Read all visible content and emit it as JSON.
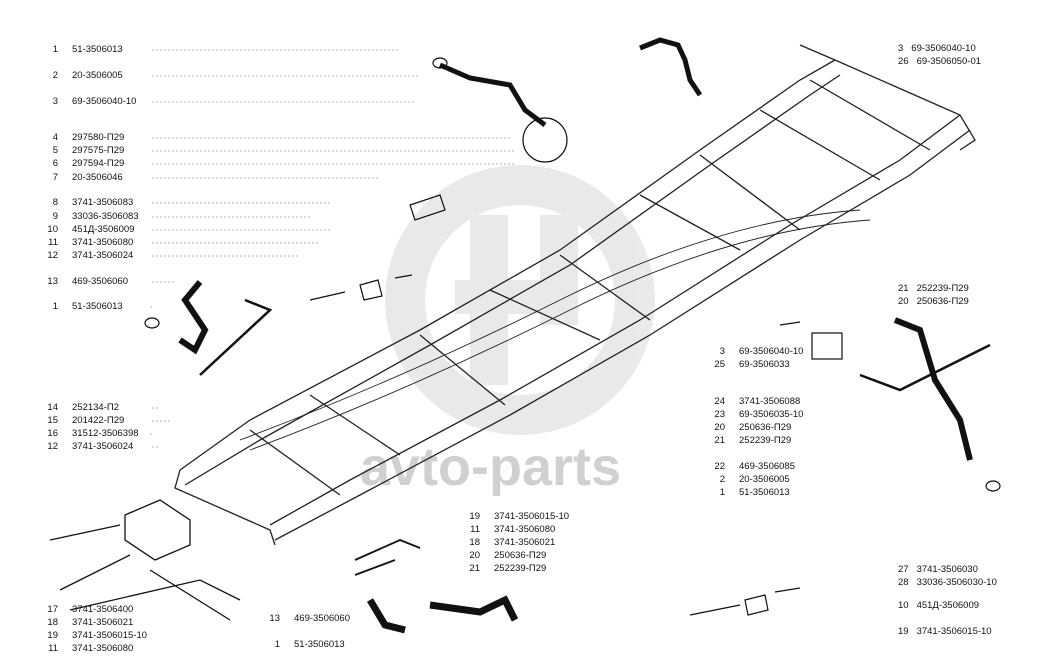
{
  "watermark": {
    "text": "avto-parts",
    "color": "#cccccc"
  },
  "colors": {
    "line": "#222222",
    "leader": "#666666",
    "watermark": "#d0d0d0"
  },
  "callouts": {
    "left_top": [
      {
        "num": "1",
        "code": "51-3506013"
      },
      {
        "num": "2",
        "code": "20-3506005"
      },
      {
        "num": "3",
        "code": "69-3506040-10"
      },
      {
        "num": "4",
        "code": "297580-П29"
      },
      {
        "num": "5",
        "code": "297575-П29"
      },
      {
        "num": "6",
        "code": "297594-П29"
      },
      {
        "num": "7",
        "code": "20-3506046"
      },
      {
        "num": "8",
        "code": "3741-3506083"
      },
      {
        "num": "9",
        "code": "33036-3506083"
      },
      {
        "num": "10",
        "code": "451Д-3506009"
      },
      {
        "num": "11",
        "code": "3741-3506080"
      },
      {
        "num": "12",
        "code": "3741-3506024"
      },
      {
        "num": "13",
        "code": "469-3506060"
      },
      {
        "num": "1",
        "code": "51-3506013"
      }
    ],
    "left_mid": [
      {
        "num": "14",
        "code": "252134-П2"
      },
      {
        "num": "15",
        "code": "201422-П29"
      },
      {
        "num": "16",
        "code": "31512-3506398"
      },
      {
        "num": "12",
        "code": "3741-3506024"
      }
    ],
    "left_bottom": [
      {
        "num": "17",
        "code": "3741-3506400"
      },
      {
        "num": "18",
        "code": "3741-3506021"
      },
      {
        "num": "19",
        "code": "3741-3506015-10"
      },
      {
        "num": "11",
        "code": "3741-3506080"
      }
    ],
    "center_bottom": [
      {
        "num": "19",
        "code": "3741-3506015-10"
      },
      {
        "num": "11",
        "code": "3741-3506080"
      },
      {
        "num": "18",
        "code": "3741-3506021"
      },
      {
        "num": "20",
        "code": "250636-П29"
      },
      {
        "num": "21",
        "code": "252239-П29"
      }
    ],
    "center_bottom2": [
      {
        "num": "13",
        "code": "469-3506060"
      },
      {
        "num": "1",
        "code": "51-3506013"
      }
    ],
    "right_top": [
      {
        "num": "3",
        "code": "69-3506040-10"
      },
      {
        "num": "26",
        "code": "69-3506050-01"
      }
    ],
    "right_mid1": [
      {
        "num": "21",
        "code": "252239-П29"
      },
      {
        "num": "20",
        "code": "250636-П29"
      }
    ],
    "right_mid2": [
      {
        "num": "3",
        "code": "69-3506040-10"
      },
      {
        "num": "25",
        "code": "69-3506033"
      }
    ],
    "right_mid3": [
      {
        "num": "24",
        "code": "3741-3506088"
      },
      {
        "num": "23",
        "code": "69-3506035-10"
      },
      {
        "num": "20",
        "code": "250636-П29"
      },
      {
        "num": "21",
        "code": "252239-П29"
      }
    ],
    "right_mid4": [
      {
        "num": "22",
        "code": "469-3506085"
      },
      {
        "num": "2",
        "code": "20-3506005"
      },
      {
        "num": "1",
        "code": "51-3506013"
      }
    ],
    "right_bottom": [
      {
        "num": "27",
        "code": "3741-3506030"
      },
      {
        "num": "28",
        "code": "33036-3506030-10"
      }
    ],
    "right_bottom2": [
      {
        "num": "10",
        "code": "451Д-3506009"
      }
    ],
    "right_bottom3": [
      {
        "num": "19",
        "code": "3741-3506015-10"
      }
    ]
  }
}
